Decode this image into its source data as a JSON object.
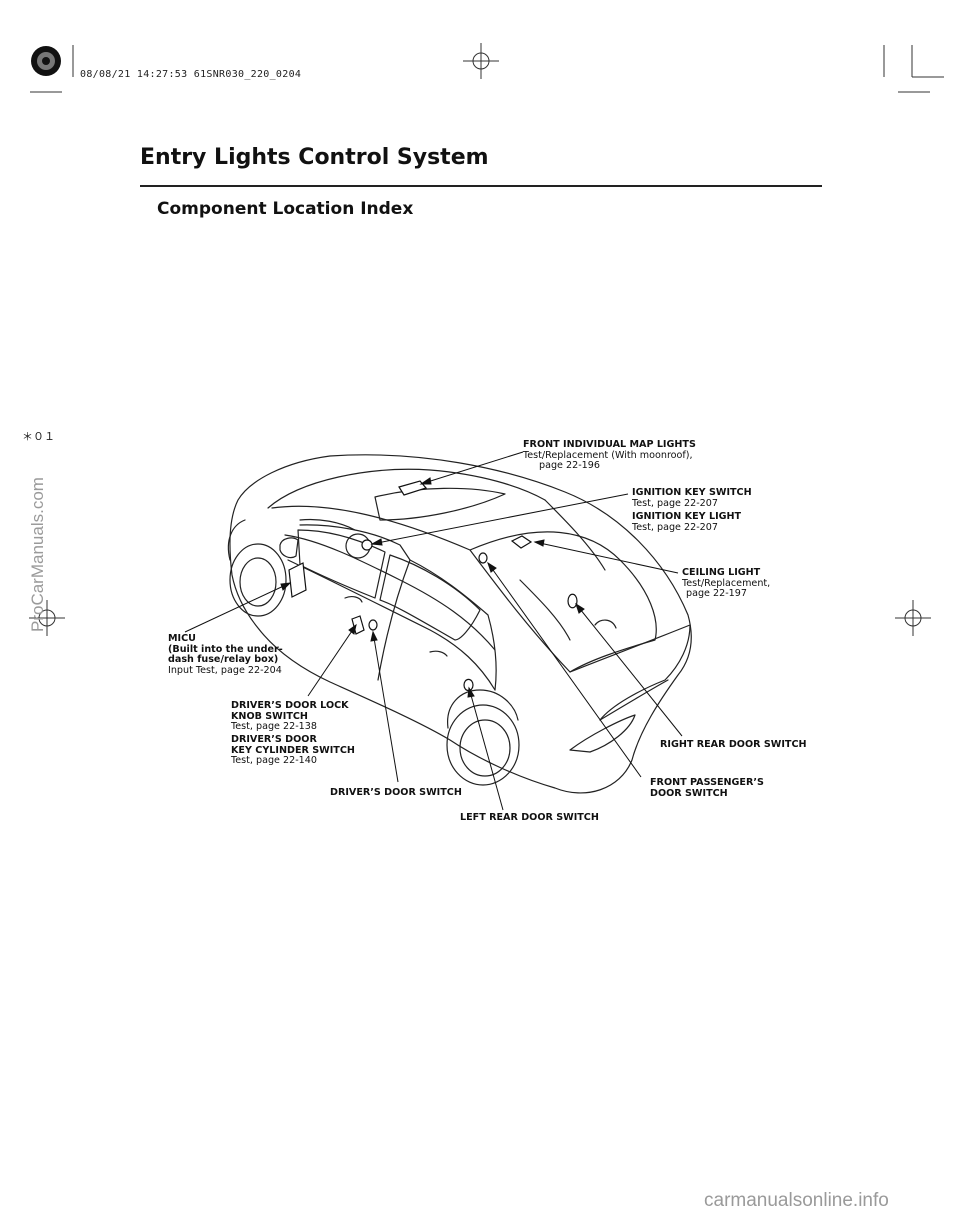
{
  "print_stamp": "08/08/21 14:27:53 61SNR030_220_0204",
  "page_title": "Entry Lights Control System",
  "section_title": "Component Location Index",
  "margin_mark": "＊０１",
  "watermark_side": "ProCarManuals.com",
  "watermark_footer": "carmanualsonline.info",
  "callouts": {
    "map_lights": {
      "name": "FRONT INDIVIDUAL MAP LIGHTS",
      "line1": "Test/Replacement (With moonroof),",
      "line2": "page 22-196"
    },
    "ign_switch": {
      "name": "IGNITION KEY SWITCH",
      "line1": "Test, page 22-207"
    },
    "ign_light": {
      "name": "IGNITION KEY LIGHT",
      "line1": "Test, page 22-207"
    },
    "ceiling": {
      "name": "CEILING LIGHT",
      "line1": "Test/Replacement,",
      "line2": "page 22-197"
    },
    "micu": {
      "name1": "MICU",
      "name2": "(Built into the under-",
      "name3": "dash fuse/relay box)",
      "line1": "Input Test, page 22-204"
    },
    "lock_knob": {
      "name1": "DRIVER’S DOOR LOCK",
      "name2": "KNOB SWITCH",
      "line1": "Test, page 22-138"
    },
    "key_cyl": {
      "name1": "DRIVER’S DOOR",
      "name2": "KEY CYLINDER SWITCH",
      "line1": "Test, page 22-140"
    },
    "rr_door": {
      "name": "RIGHT REAR DOOR SWITCH"
    },
    "fp_door": {
      "name1": "FRONT PASSENGER’S",
      "name2": "DOOR SWITCH"
    },
    "drv_door": {
      "name": "DRIVER’S DOOR SWITCH"
    },
    "lr_door": {
      "name": "LEFT REAR DOOR SWITCH"
    }
  }
}
